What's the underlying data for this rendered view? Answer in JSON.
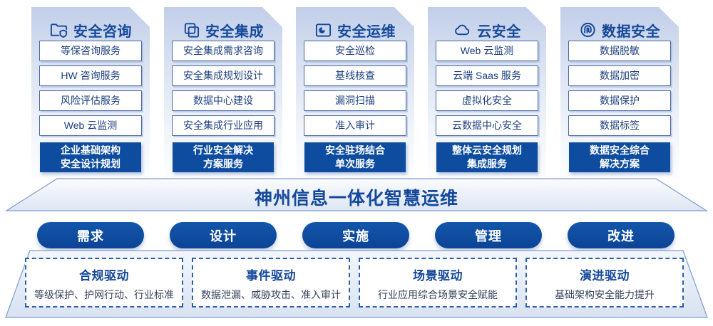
{
  "colors": {
    "accent": "#16499a",
    "dark_box": "#0d4c9e",
    "item_border": "#49679f",
    "dashed_border": "#2e5dab"
  },
  "columns": [
    {
      "title": "安全咨询",
      "icon": "folder-shield-icon",
      "items": [
        "等保咨询服务",
        "HW 咨询服务",
        "风险评估服务",
        "Web 云监测"
      ],
      "footer_lines": [
        "企业基础架构",
        "安全设计规划"
      ]
    },
    {
      "title": "安全集成",
      "icon": "integration-copy-icon",
      "items": [
        "安全集成需求咨询",
        "安全集成规划设计",
        "数据中心建设",
        "安全集成行业应用"
      ],
      "footer_lines": [
        "行业安全解决",
        "方案服务"
      ]
    },
    {
      "title": "安全运维",
      "icon": "operations-pie-icon",
      "items": [
        "安全巡检",
        "基线核查",
        "漏洞扫描",
        "准入审计"
      ],
      "footer_lines": [
        "安全驻场结合",
        "单次服务"
      ]
    },
    {
      "title": "云安全",
      "icon": "cloud-icon",
      "items": [
        "Web 云监测",
        "云端 Saas 服务",
        "虚拟化安全",
        "云数据中心安全"
      ],
      "footer_lines": [
        "整体云安全规划",
        "集成服务"
      ]
    },
    {
      "title": "数据安全",
      "icon": "data-spiral-icon",
      "items": [
        "数据脱敏",
        "数据加密",
        "数据保护",
        "数据标签"
      ],
      "footer_lines": [
        "数据安全综合",
        "解决方案"
      ]
    }
  ],
  "banner": {
    "title": "神州信息一体化智慧运维"
  },
  "process_pills": [
    "需求",
    "设计",
    "实施",
    "管理",
    "改进"
  ],
  "drivers": [
    {
      "title": "合规驱动",
      "desc": "等级保护、护网行动、行业标准"
    },
    {
      "title": "事件驱动",
      "desc": "数据泄漏、威胁攻击、准入审计"
    },
    {
      "title": "场景驱动",
      "desc": "行业应用综合场景安全赋能"
    },
    {
      "title": "演进驱动",
      "desc": "基础架构安全能力提升"
    }
  ]
}
